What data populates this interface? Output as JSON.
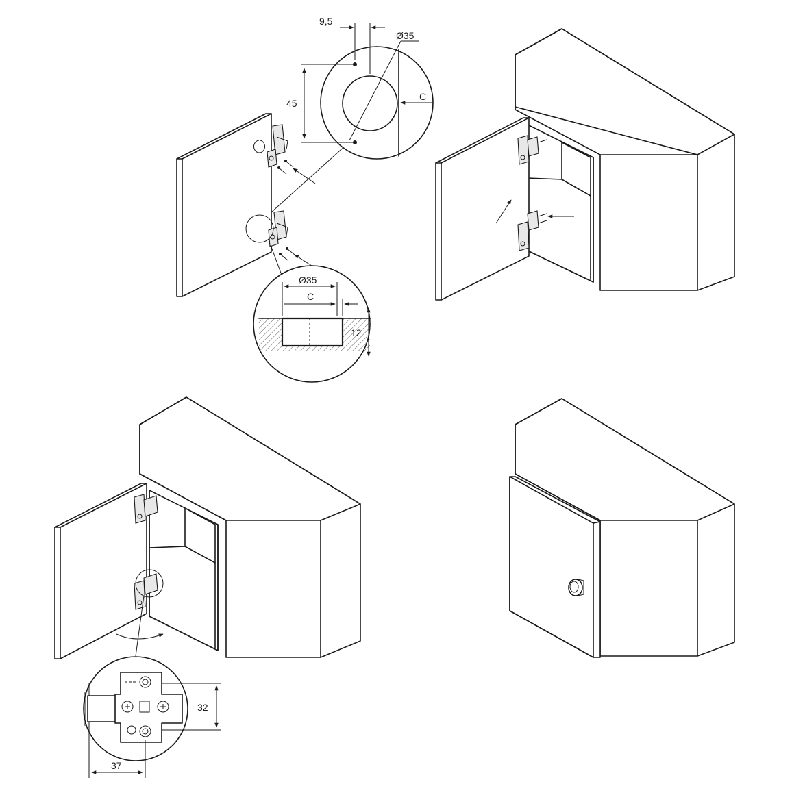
{
  "labels": {
    "d_9_5": "9,5",
    "d_35_top": "Ø35",
    "d_45": "45",
    "d_c_top": "C",
    "d_35_section": "Ø35",
    "d_c_section": "C",
    "d_12": "12",
    "d_32": "32",
    "d_37": "37"
  },
  "colors": {
    "line": "#1a1a1a",
    "hatch": "#555555",
    "background": "#ffffff"
  }
}
